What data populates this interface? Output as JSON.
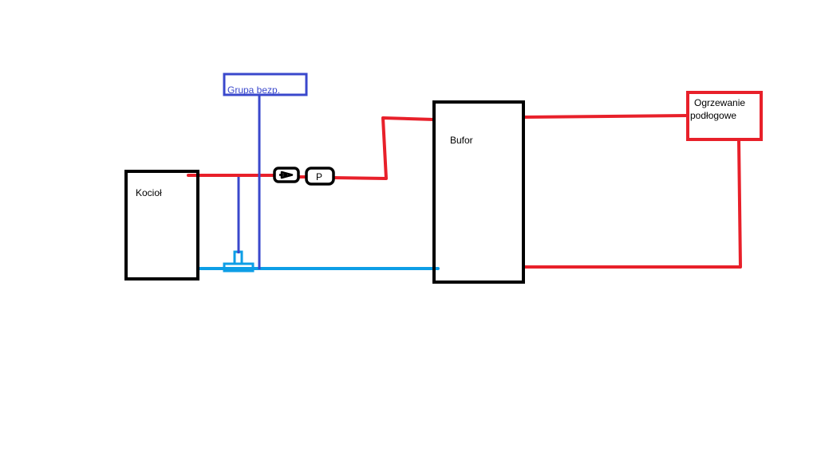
{
  "labels": {
    "boiler": "Kocioł",
    "safety_group": "Grupa bezp.",
    "buffer": "Bufor",
    "floor_heating_line1": "Ogrzewanie",
    "floor_heating_line2": "podłogowe",
    "pump": "P"
  },
  "colors": {
    "supply": "#e8202a",
    "return": "#0d9ee6",
    "safety": "#3a48cc",
    "outline": "#000000",
    "background": "#ffffff"
  }
}
